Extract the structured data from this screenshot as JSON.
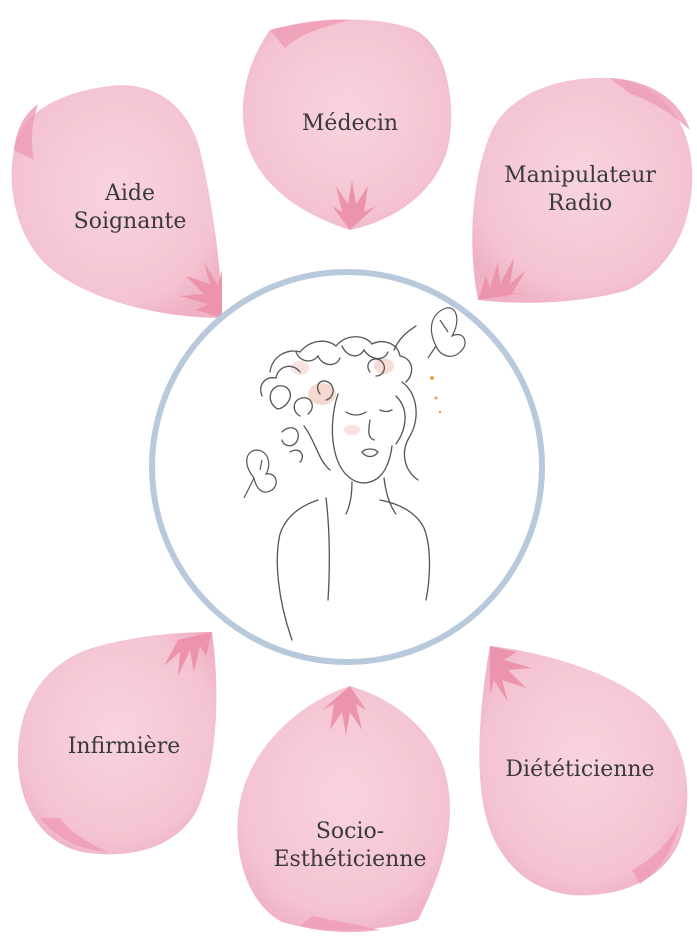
{
  "colors": {
    "petal_fill": "#f5c6d3",
    "petal_edge": "#ee9bb4",
    "petal_base": "#ec94ae",
    "circle_ring": "#b9c9dc",
    "line_art": "#555555",
    "flower_blush": "#f3cfc6",
    "text": "#3a3a3a"
  },
  "petals": [
    {
      "id": "medecin",
      "lines": [
        "Médecin"
      ]
    },
    {
      "id": "aide-soignante",
      "lines": [
        "Aide",
        "Soignante"
      ]
    },
    {
      "id": "manipulateur-radio",
      "lines": [
        "Manipulateur",
        "Radio"
      ]
    },
    {
      "id": "infirmiere",
      "lines": [
        "Infirmière"
      ]
    },
    {
      "id": "socio-estheticienne",
      "lines": [
        "Socio-",
        "Esthéticienne"
      ]
    },
    {
      "id": "dieteticienne",
      "lines": [
        "Diététicienne"
      ]
    }
  ],
  "center": {
    "icons": [
      "woman-flower-portrait-icon",
      "butterfly-icon"
    ]
  }
}
